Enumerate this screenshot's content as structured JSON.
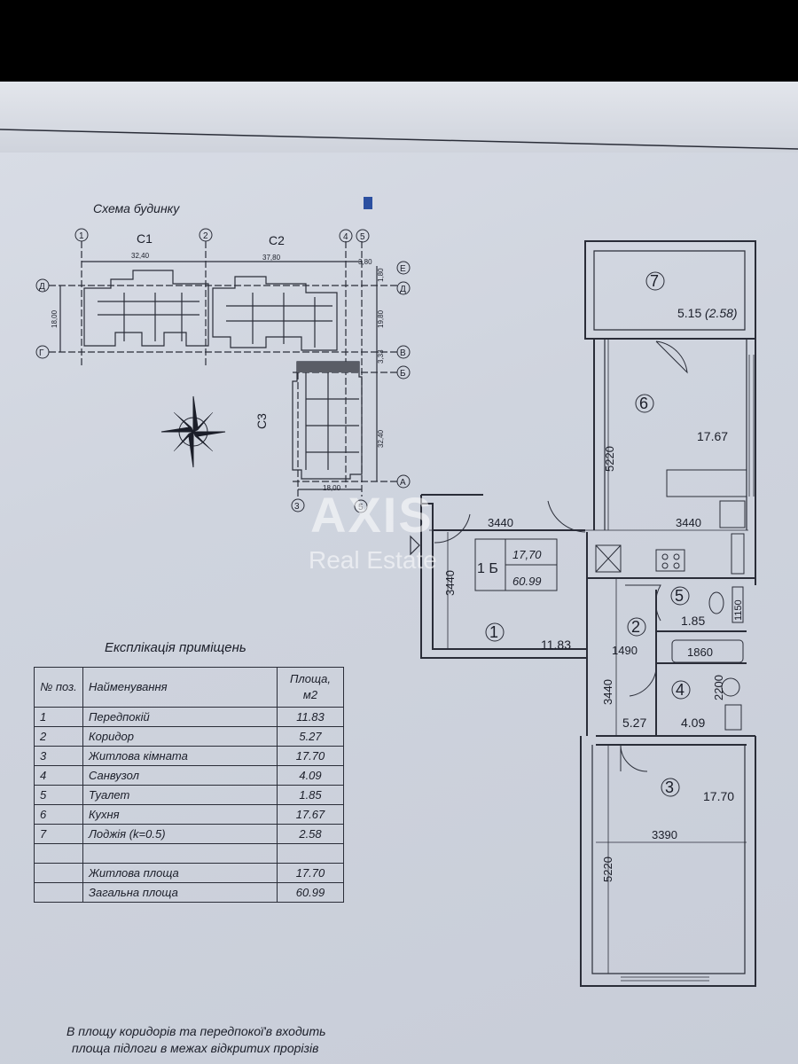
{
  "scheme": {
    "title": "Схема будинку",
    "sections": [
      "С1",
      "С2",
      "С3"
    ],
    "axes_top": [
      "1",
      "2",
      "4",
      "5"
    ],
    "axes_bottom": [
      "3",
      "5"
    ],
    "axes_left": [
      "Д",
      "Г"
    ],
    "axes_right": [
      "Е",
      "Д",
      "В",
      "Б",
      "А"
    ],
    "dims": [
      "32,40",
      "37,80",
      "3,80",
      "1,80",
      "19,80",
      "18,00",
      "3,33",
      "32,40",
      "18,00"
    ]
  },
  "apartment": {
    "label": "1 Б",
    "living_area": "17,70",
    "total_area": "60.99",
    "rooms": [
      {
        "no": "1",
        "area": "11.83"
      },
      {
        "no": "2",
        "area": "5.27"
      },
      {
        "no": "3",
        "area": "17.70"
      },
      {
        "no": "4",
        "area": "4.09"
      },
      {
        "no": "5",
        "area": "1.85"
      },
      {
        "no": "6",
        "area": "17.67"
      },
      {
        "no": "7",
        "area": "5.15",
        "area_k": "(2.58)"
      }
    ],
    "dims": {
      "kitchen_height": "5220",
      "top_width_left": "3440",
      "top_width_right": "3440",
      "hall_height": "3440",
      "corridor_width": "1490",
      "bath_width": "1860",
      "bath_height": "2200",
      "toilet_dim": "1150",
      "corr_height": "3440",
      "bedroom_width": "3390",
      "bedroom_height": "5220"
    }
  },
  "explication": {
    "title": "Експлікація приміщень",
    "headers": {
      "no": "№ поз.",
      "name": "Найменування",
      "area": "Площа, м2"
    },
    "rows": [
      {
        "no": "1",
        "name": "Передпокій",
        "area": "11.83"
      },
      {
        "no": "2",
        "name": "Коридор",
        "area": "5.27"
      },
      {
        "no": "3",
        "name": "Житлова кімната",
        "area": "17.70"
      },
      {
        "no": "4",
        "name": "Санвузол",
        "area": "4.09"
      },
      {
        "no": "5",
        "name": "Туалет",
        "area": "1.85"
      },
      {
        "no": "6",
        "name": "Кухня",
        "area": "17.67"
      },
      {
        "no": "7",
        "name": "Лоджія (k=0.5)",
        "area": "2.58"
      }
    ],
    "living_label": "Житлова площа",
    "living_value": "17.70",
    "total_label": "Загальна площа",
    "total_value": "60.99"
  },
  "note": {
    "line1": "В площу коридорів та передпокої'в входить",
    "line2": "площа підлоги в межах відкритих прорізів"
  },
  "watermark": {
    "brand": "AXIS",
    "sub": "Real Estate"
  },
  "colors": {
    "paper": "#d3d7e0",
    "ink": "#1b1e29",
    "background": "#000000"
  }
}
